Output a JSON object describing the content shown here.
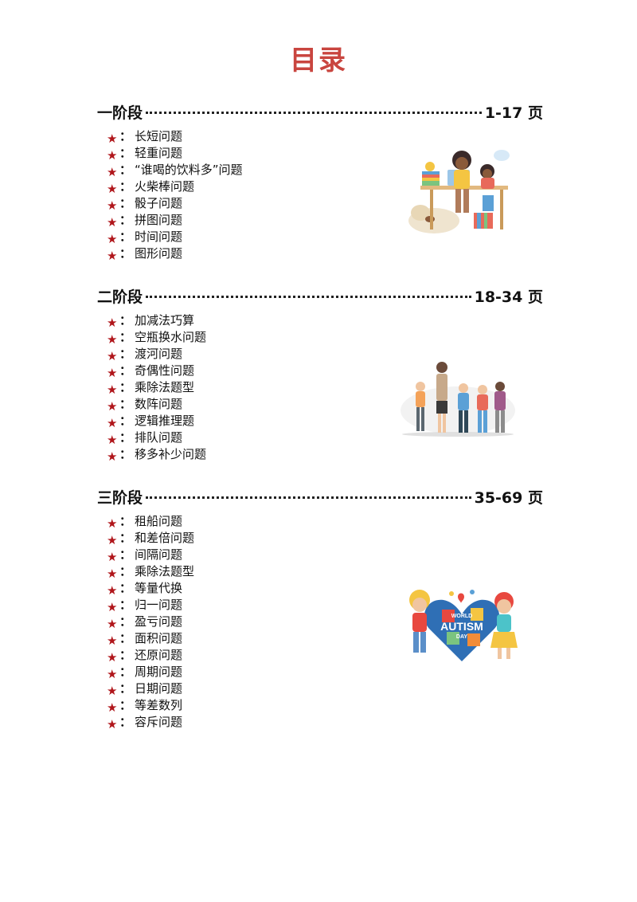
{
  "title": "目录",
  "sections": [
    {
      "name": "一阶段",
      "pages": "1-17 页",
      "items": [
        "长短问题",
        "轻重问题",
        "“谁喝的饮料多”问题",
        "火柴棒问题",
        "骰子问题",
        "拼图问题",
        "时间问题",
        "图形问题"
      ]
    },
    {
      "name": "二阶段",
      "pages": "18-34 页",
      "items": [
        "加减法巧算",
        "空瓶换水问题",
        "渡河问题",
        "奇偶性问题",
        "乘除法题型",
        "数阵问题",
        "逻辑推理题",
        "排队问题",
        "移多补少问题"
      ]
    },
    {
      "name": "三阶段",
      "pages": "35-69 页",
      "items": [
        "租船问题",
        "和差倍问题",
        "间隔问题",
        "乘除法题型",
        "等量代换",
        "归一问题",
        "盈亏问题",
        "面积问题",
        "还原问题",
        "周期问题",
        "日期问题",
        "等差数列",
        "容斥问题"
      ]
    }
  ],
  "bullet": {
    "star": "★",
    "colon": "："
  },
  "autism_art": {
    "line1": "WORLD",
    "line2": "AUTISM",
    "line3": "DAY"
  },
  "colors": {
    "title": "#c9453f",
    "star": "#b0161b"
  }
}
